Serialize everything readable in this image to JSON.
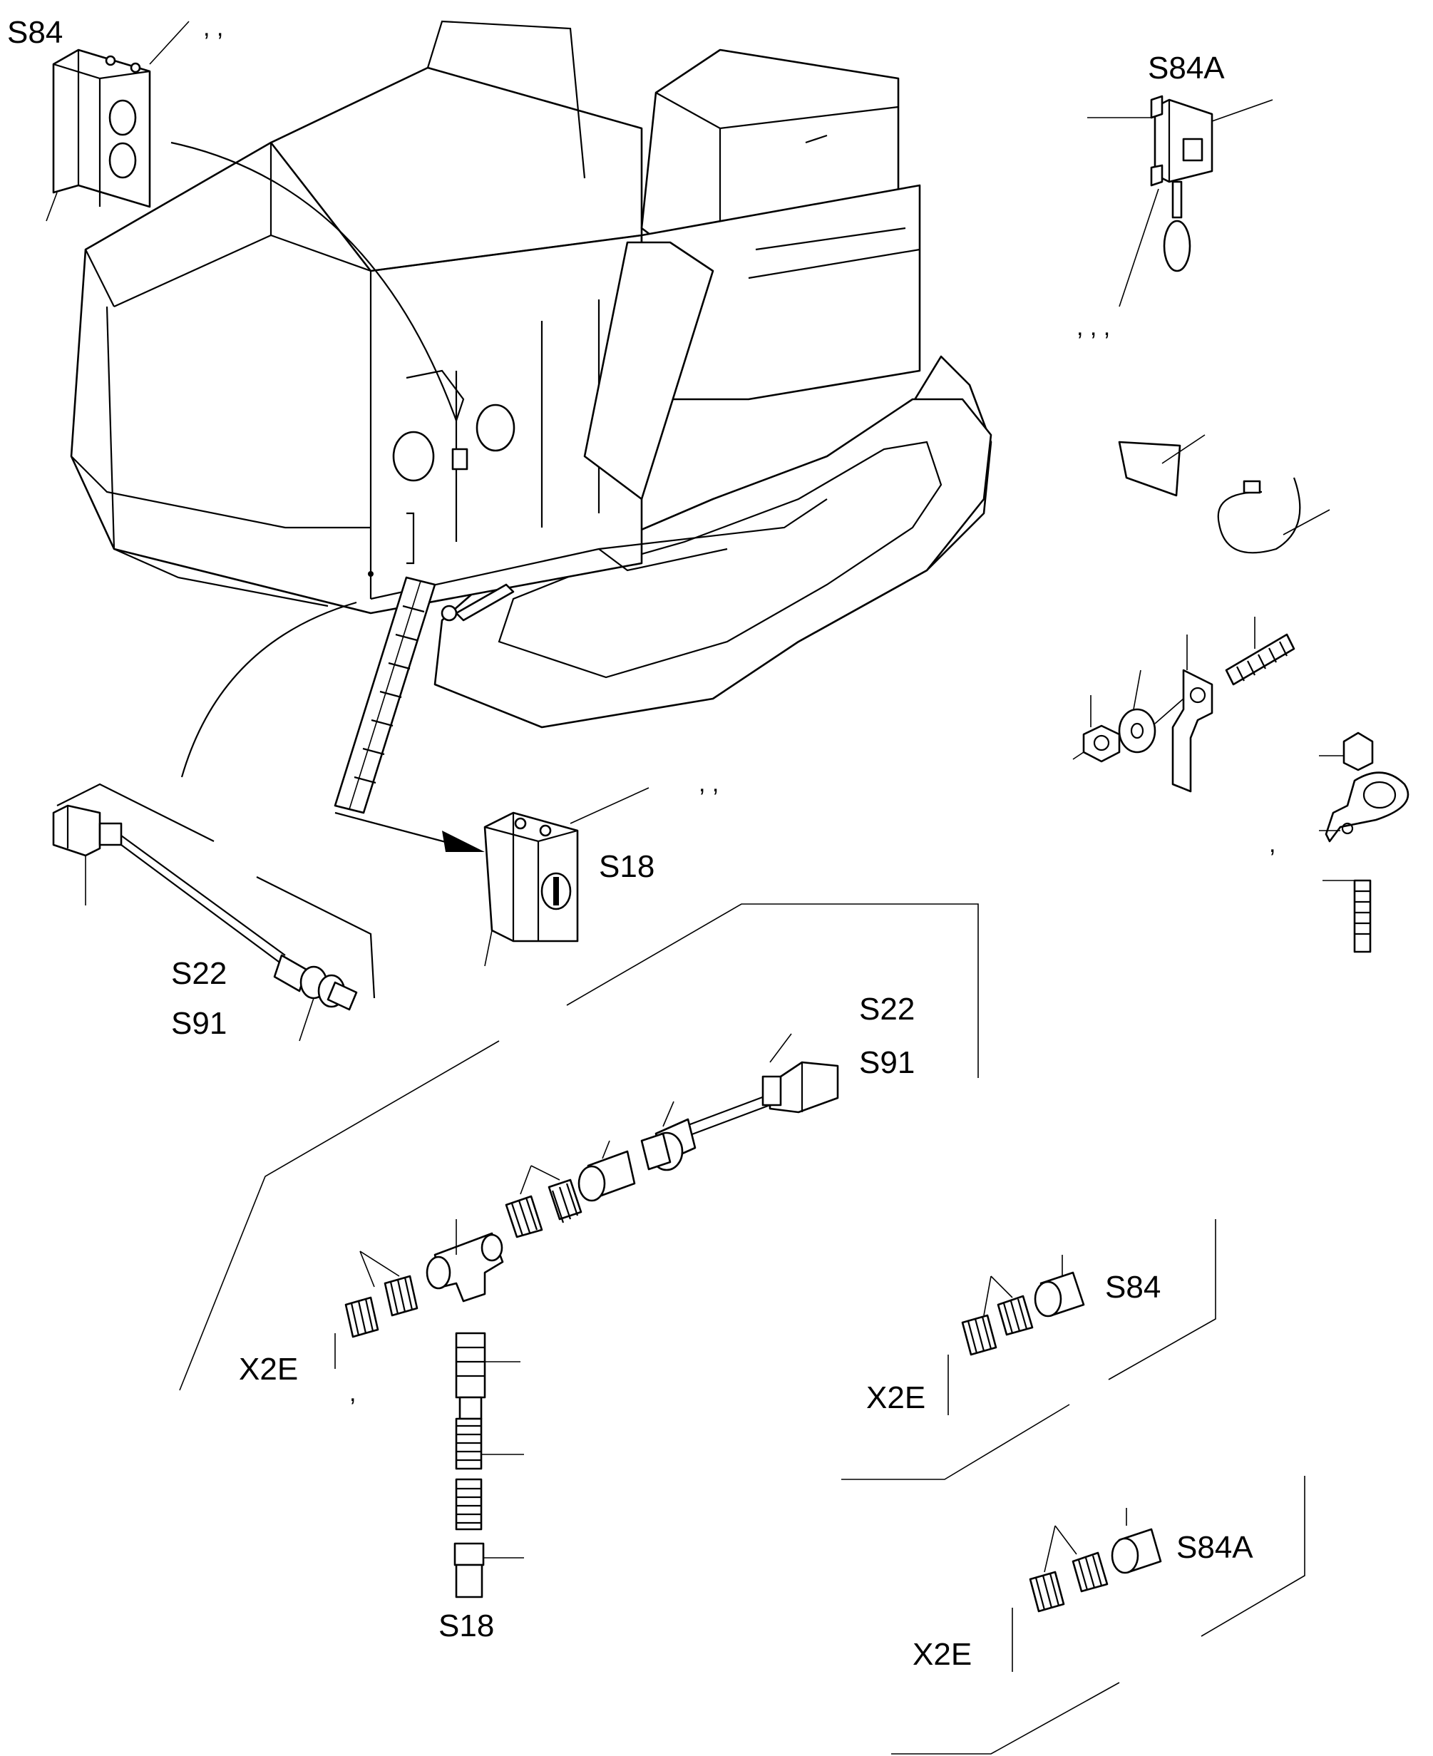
{
  "labels": {
    "s84_top": "S84",
    "s84a_top": "S84A",
    "s18_switch": "S18",
    "s22_left": "S22",
    "s91_left": "S91",
    "s22_right": "S22",
    "s91_right": "S91",
    "x2e_main": "X2E",
    "s18_bottom": "S18",
    "s84_detail": "S84",
    "x2e_s84": "X2E",
    "s84a_detail": "S84A",
    "x2e_s84a": "X2E"
  },
  "separators": {
    "s84_top": ",    ,",
    "s84a": ",    ,    ,",
    "s18": ",    ,",
    "clamp": ",",
    "x2e_main": ","
  },
  "icons": {
    "excavator": "excavator-body-icon",
    "s84_box": "two-button-switch-box-icon",
    "s84a_switch": "pull-switch-icon",
    "s18_box": "rotary-switch-box-icon",
    "proximity_sensor": "proximity-sensor-cable-icon",
    "cable_tie": "cable-tie-icon",
    "ground_strap": "ground-strap-hardware-icon",
    "p_clamp": "p-clamp-hardware-icon"
  }
}
